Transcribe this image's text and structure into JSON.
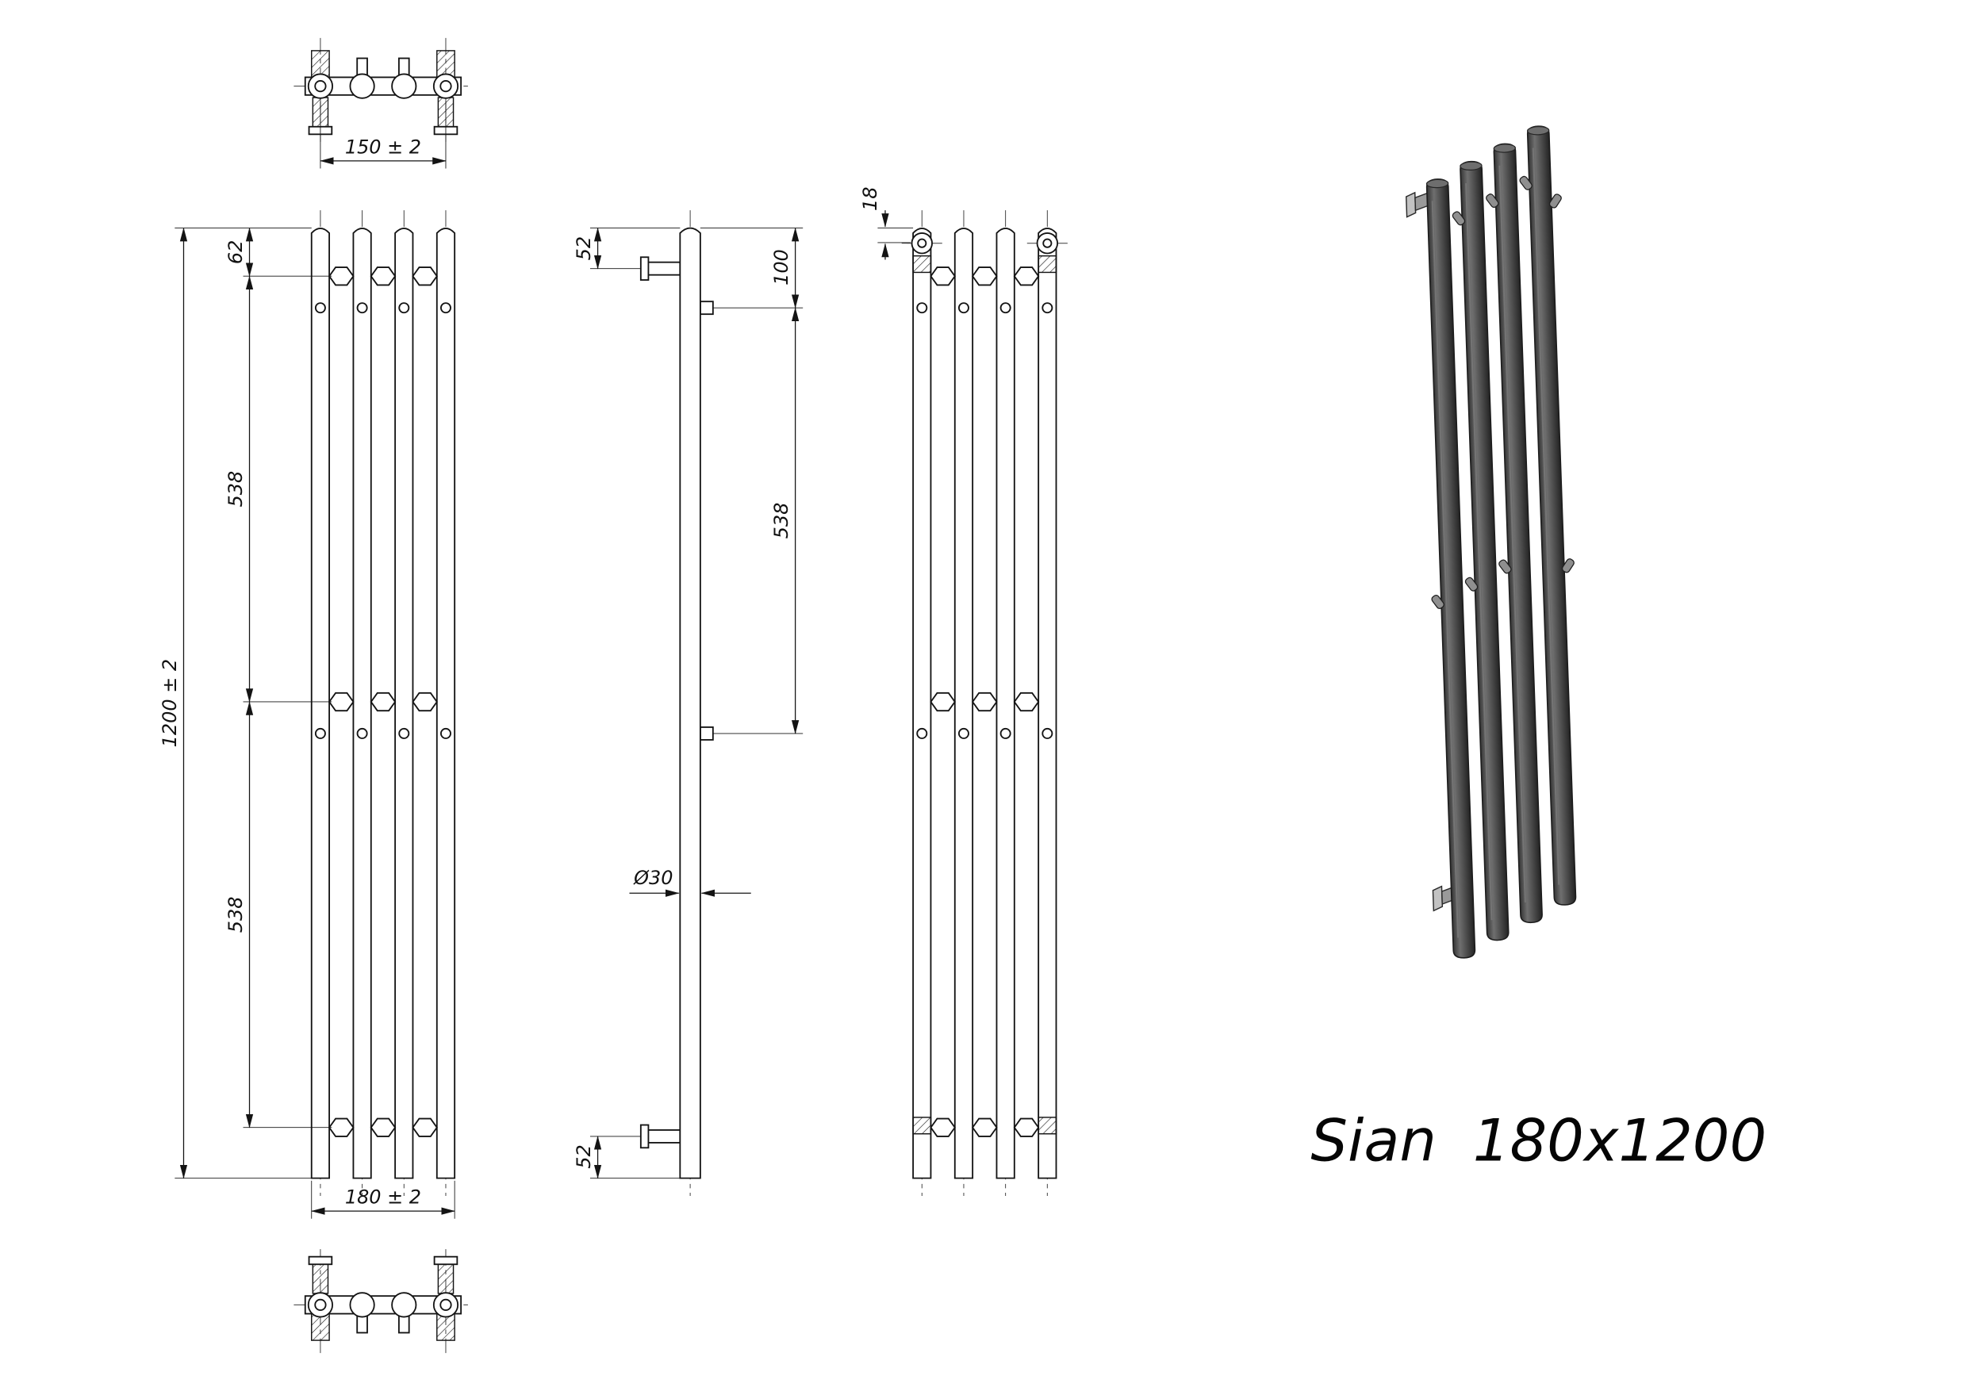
{
  "drawing": {
    "title_name": "Sian",
    "title_size": "180x1200",
    "dims": {
      "bracket_spacing_top": "150 ± 2",
      "top_offset": "62",
      "segment_1": "538",
      "segment_2": "538",
      "overall_height": "1200 ± 2",
      "overall_width": "180 ± 2",
      "side_top_bracket": "52",
      "side_hook_from_top": "100",
      "side_hook_spacing": "538",
      "tube_diameter": "Ø30",
      "side_bottom_bracket": "52",
      "back_bracket_offset": "18"
    }
  }
}
